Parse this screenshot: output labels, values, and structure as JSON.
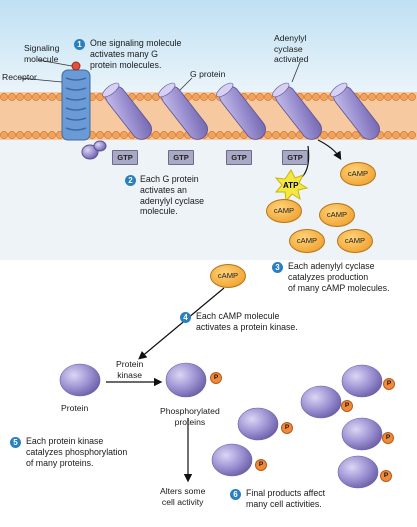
{
  "labels": {
    "signaling_molecule": "Signaling\nmolecule",
    "receptor": "Receptor",
    "g_protein": "G protein",
    "adenylyl_cyclase": "Adenylyl\ncyclase\nactivated",
    "protein_kinase": "Protein\nkinase",
    "protein": "Protein",
    "phosphorylated_proteins": "Phosphorylated\nproteins",
    "alters_cell_activity": "Alters some\ncell activity"
  },
  "steps": [
    {
      "num": "1",
      "text": "One signaling molecule\nactivates many G\nprotein molecules."
    },
    {
      "num": "2",
      "text": "Each G protein\nactivates an\nadenylyl cyclase\nmolecule."
    },
    {
      "num": "3",
      "text": "Each adenylyl cyclase\ncatalyzes production\nof many cAMP molecules."
    },
    {
      "num": "4",
      "text": "Each cAMP molecule\nactivates a protein kinase."
    },
    {
      "num": "5",
      "text": "Each protein kinase\ncatalyzes phosphorylation\nof many proteins."
    },
    {
      "num": "6",
      "text": "Final products affect\nmany cell activities."
    }
  ],
  "gtp_label": "GTP",
  "atp_label": "ATP",
  "camp_label": "cAMP",
  "p_label": "P",
  "colors": {
    "membrane": "#f2a25a",
    "protein": "#9a8fd0",
    "camp": "#f2a93a",
    "step_badge": "#2a7fbf"
  },
  "icons": [
    "receptor-icon",
    "g-protein-icon",
    "adenylyl-cyclase-icon",
    "atp-burst-icon",
    "protein-icon",
    "phosphate-icon"
  ]
}
